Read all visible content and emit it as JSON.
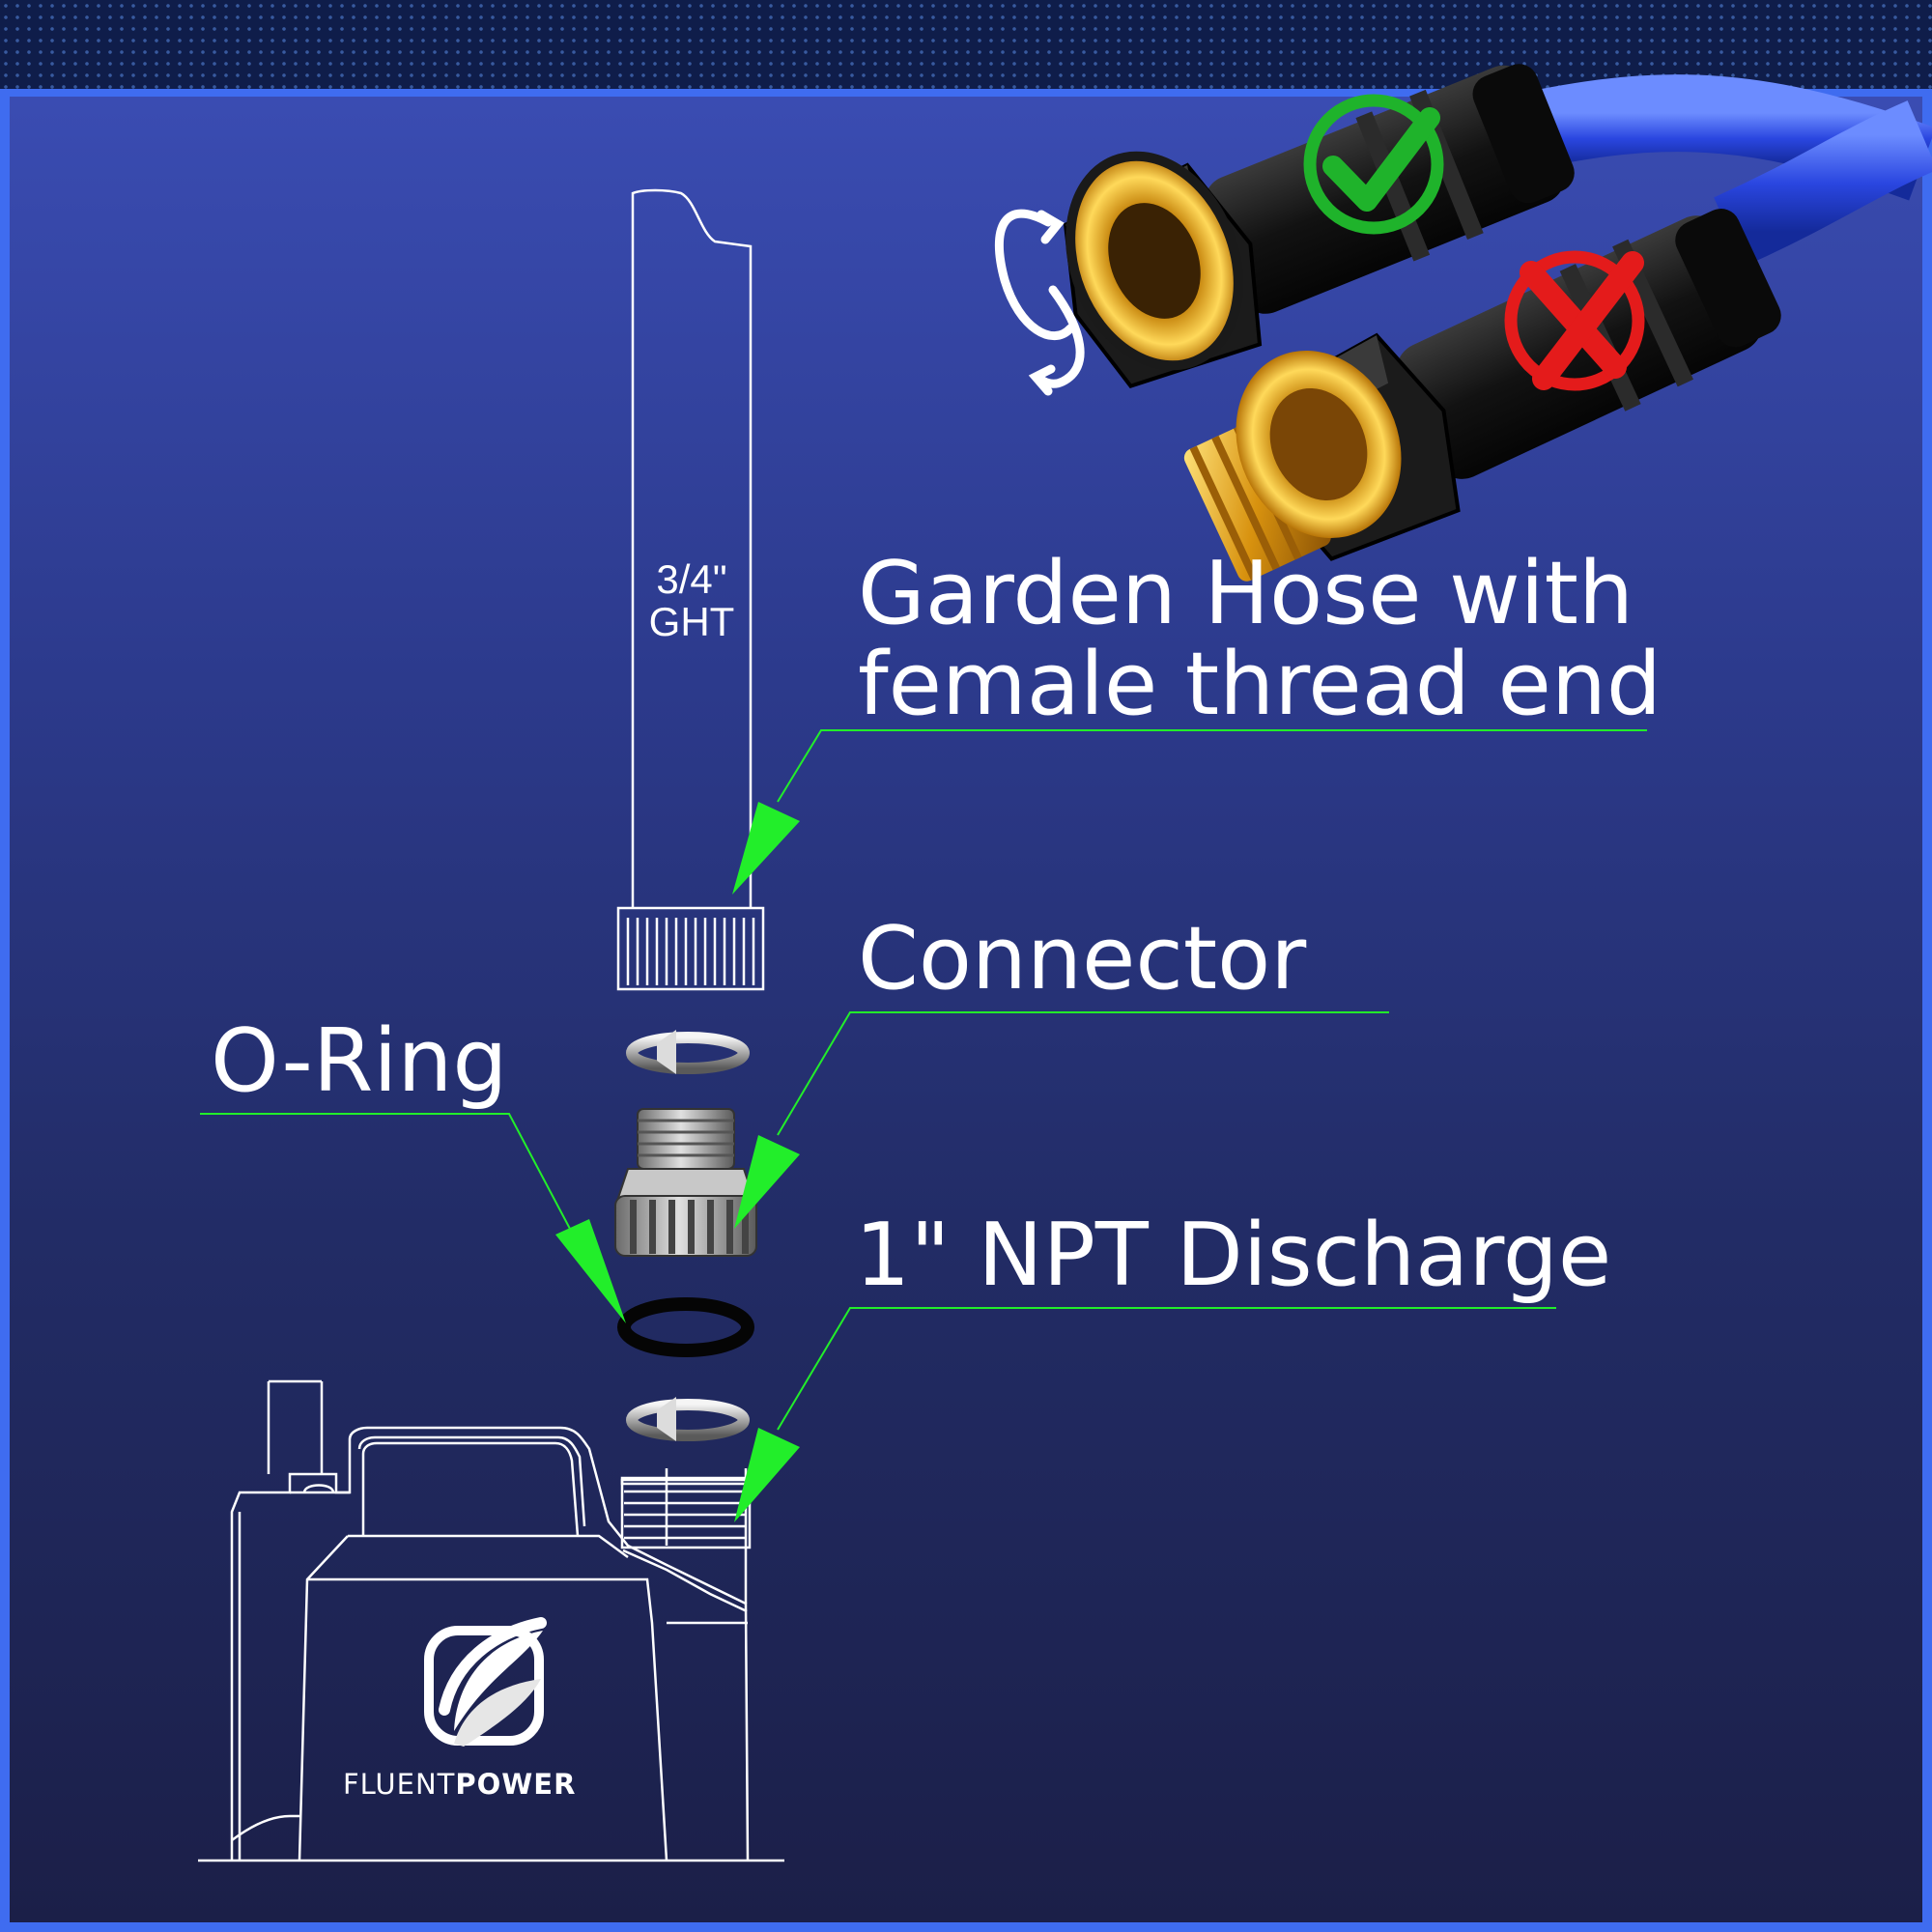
{
  "labels": {
    "garden_hose_line1": "Garden Hose with",
    "garden_hose_line2": "female thread end",
    "connector": "Connector",
    "o_ring": "O-Ring",
    "npt_discharge": "1\" NPT Discharge"
  },
  "pipe": {
    "size": "3/4\"",
    "thread": "GHT"
  },
  "brand": {
    "name_light": "FLUENT",
    "name_bold": "POWER"
  },
  "colors": {
    "accent_green": "#22ee2a",
    "check_green": "#1fb32b",
    "cross_red": "#e41b1b",
    "hose_blue": "#2a46e0",
    "brass": "#e2a020",
    "frame_blue": "#3f6cf0"
  },
  "icons": {
    "correct": "check-circle-icon",
    "wrong": "cross-circle-icon",
    "rotate": "rotate-arrow-icon"
  }
}
